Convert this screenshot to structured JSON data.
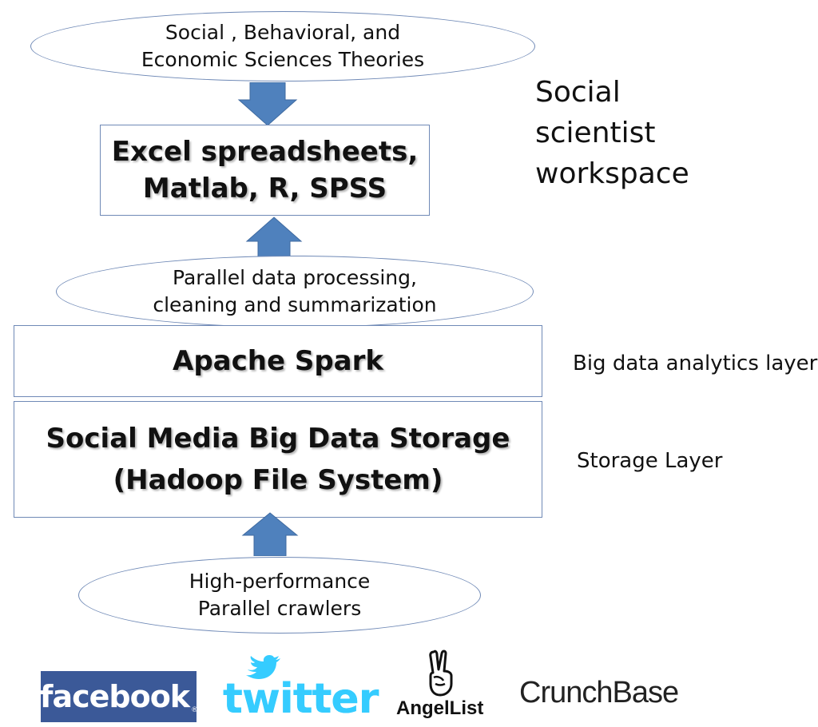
{
  "ellipses": {
    "theories": "Social , Behavioral, and\nEconomic Sciences Theories",
    "processing": "Parallel data processing,\ncleaning and summarization",
    "crawlers": "High-performance\nParallel crawlers"
  },
  "boxes": {
    "tools": "Excel spreadsheets,\nMatlab, R, SPSS",
    "spark": "Apache Spark",
    "storage": "Social Media Big Data Storage\n(Hadoop File System)"
  },
  "side_labels": {
    "workspace": "Social\nscientist\nworkspace",
    "analytics_layer": "Big data analytics layer",
    "storage_layer": "Storage Layer"
  },
  "logos": {
    "facebook": "facebook",
    "twitter": "twitter",
    "angellist": "AngelList",
    "crunchbase": "CrunchBase"
  },
  "colors": {
    "arrow_fill": "#4f81bd",
    "outline": "#6f89b6",
    "facebook_blue": "#3b5998",
    "twitter_blue": "#35ccff"
  }
}
